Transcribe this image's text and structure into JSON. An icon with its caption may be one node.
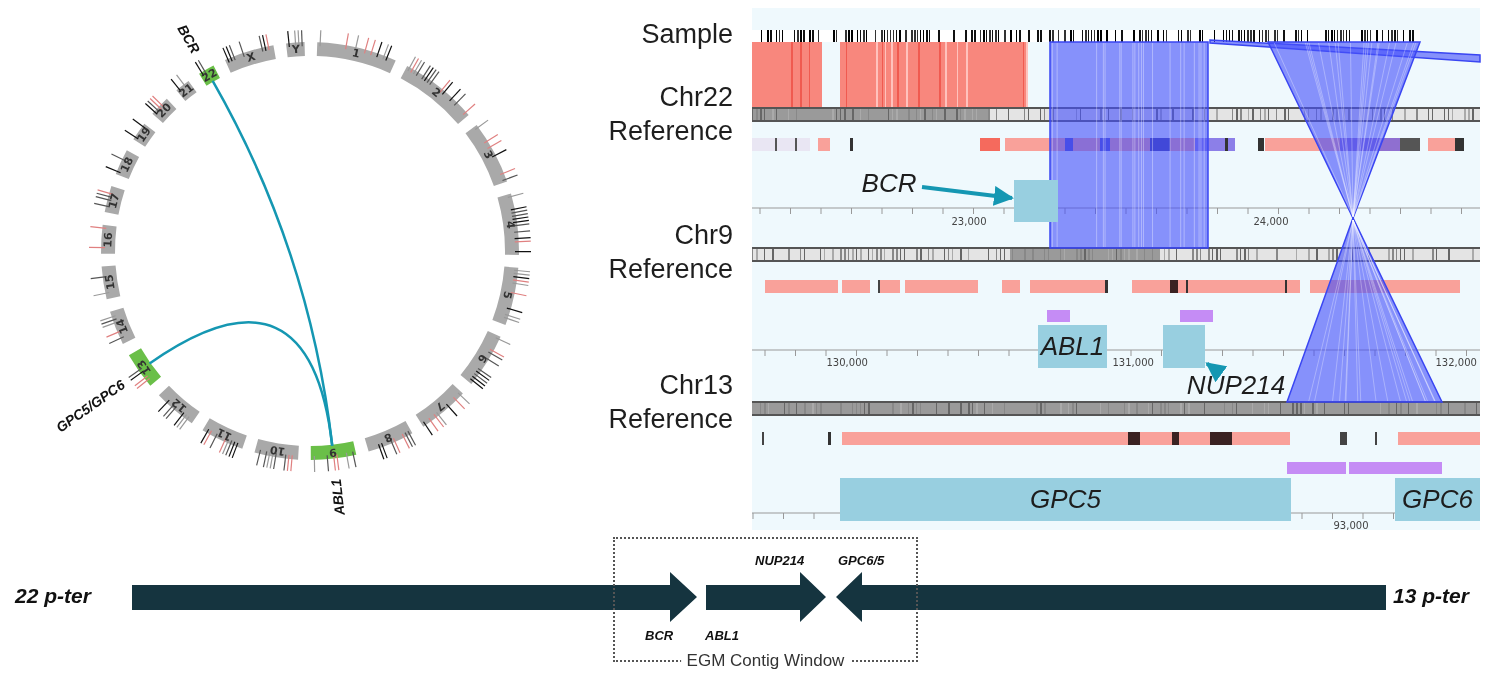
{
  "diagram": {
    "nodes": [
      {
        "text": [
          "1"
        ]
      },
      {
        "text": [
          "2"
        ]
      },
      {
        "text": [
          "3"
        ]
      },
      {
        "text": [
          "4"
        ]
      },
      {
        "text": [
          "5"
        ]
      },
      {
        "text": [
          "6"
        ]
      },
      {
        "text": [
          "7"
        ]
      },
      {
        "text": [
          "8"
        ]
      },
      {
        "text": [
          "9"
        ],
        "beside": [
          "ABL1"
        ]
      },
      {
        "text": [
          "10"
        ]
      },
      {
        "text": [
          "11"
        ]
      },
      {
        "text": [
          "12"
        ]
      },
      {
        "text": [
          "13"
        ],
        "beside": [
          "GPC5/GPC6"
        ]
      },
      {
        "text": [
          "14"
        ]
      },
      {
        "text": [
          "15"
        ]
      },
      {
        "text": [
          "16"
        ]
      },
      {
        "text": [
          "17"
        ]
      },
      {
        "text": [
          "18"
        ]
      },
      {
        "text": [
          "19"
        ]
      },
      {
        "text": [
          "20"
        ]
      },
      {
        "text": [
          "21"
        ]
      },
      {
        "text": [
          "22"
        ],
        "beside": [
          "BCR"
        ]
      },
      {
        "text": [
          "X"
        ]
      },
      {
        "text": [
          "Y"
        ]
      },
      {
        "text": [
          "BCR"
        ]
      },
      {
        "text": [],
        "shape": "box"
      },
      {
        "text": [
          "ABL1"
        ]
      },
      {
        "text": [],
        "shape": "box"
      },
      {
        "text": [
          "NUP214"
        ]
      },
      {
        "text": [
          "GPC5"
        ]
      },
      {
        "text": [
          "GPC6"
        ]
      },
      {
        "text": [
          "EGM Contig Window"
        ]
      }
    ],
    "edges": [
      {
        "from": 21,
        "to": 8,
        "arrow": "none"
      },
      {
        "from": 12,
        "to": 8,
        "arrow": "none"
      },
      {
        "from": 24,
        "to": 25,
        "arrow": "to"
      },
      {
        "from": 28,
        "to": 27,
        "arrow": "to"
      }
    ],
    "labels": [
      "Sample",
      "Chr22 Reference",
      "23,000",
      "24,000",
      "Chr9 Reference",
      "130,000",
      "131,000",
      "132,000",
      "Chr13 Reference",
      "93,000",
      "22 p-ter",
      "NUP214",
      "GPC6/5",
      "BCR",
      "ABL1",
      "13 p-ter"
    ]
  }
}
